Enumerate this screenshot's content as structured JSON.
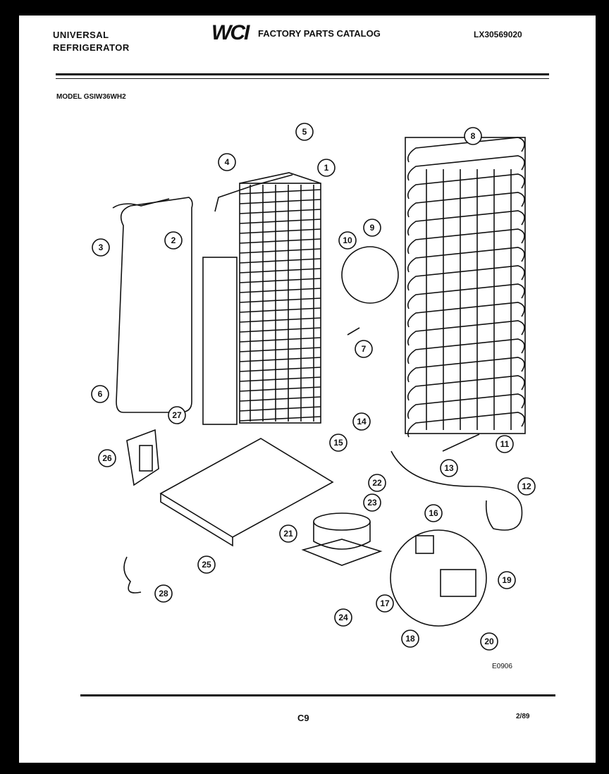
{
  "header": {
    "brand_line1": "UNIVERSAL",
    "brand_line2": "REFRIGERATOR",
    "logo": "WCI",
    "catalog_title": "FACTORY PARTS CATALOG",
    "doc_number": "LX30569020"
  },
  "model": "MODEL GSIW36WH2",
  "footer": {
    "figure_code": "E0906",
    "page_code": "C9",
    "date": "2/89"
  },
  "callouts": [
    "1",
    "2",
    "3",
    "4",
    "5",
    "6",
    "7",
    "8",
    "9",
    "10",
    "11",
    "12",
    "13",
    "14",
    "15",
    "16",
    "17",
    "18",
    "19",
    "20",
    "21",
    "22",
    "23",
    "24",
    "25",
    "26",
    "27",
    "28"
  ]
}
